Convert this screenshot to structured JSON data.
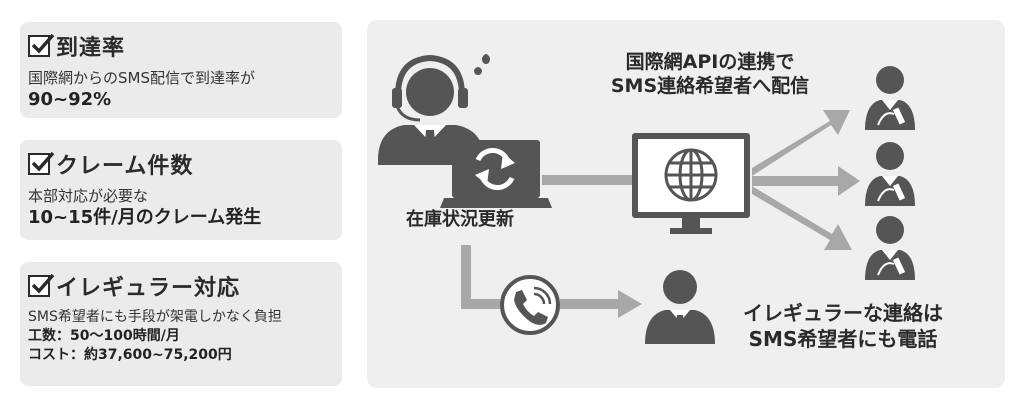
{
  "cards": [
    {
      "title": "到達率",
      "lines": [
        "国際網からのSMS配信で到達率が",
        "90~92%"
      ]
    },
    {
      "title": "クレーム件数",
      "lines": [
        "本部対応が必要な",
        "10~15件/月のクレーム発生"
      ]
    },
    {
      "title": "イレギュラー対応",
      "lines": [
        "SMS希望者にも手段が架電しかなく負担",
        "工数：50～100時間/月",
        "コスト：約37,600~75,200円"
      ]
    }
  ],
  "diagram": {
    "api_label": [
      "国際網APIの連携で",
      "SMS連絡希望者へ配信"
    ],
    "inventory_label": "在庫状況更新",
    "irregular_label": [
      "イレギュラーな連絡は",
      "SMS希望者にも電話"
    ]
  },
  "colors": {
    "card_bg": "#ebebeb",
    "panel_bg": "#efefef",
    "icon_dark": "#555555",
    "arrow_gray": "#a8a8a8"
  }
}
